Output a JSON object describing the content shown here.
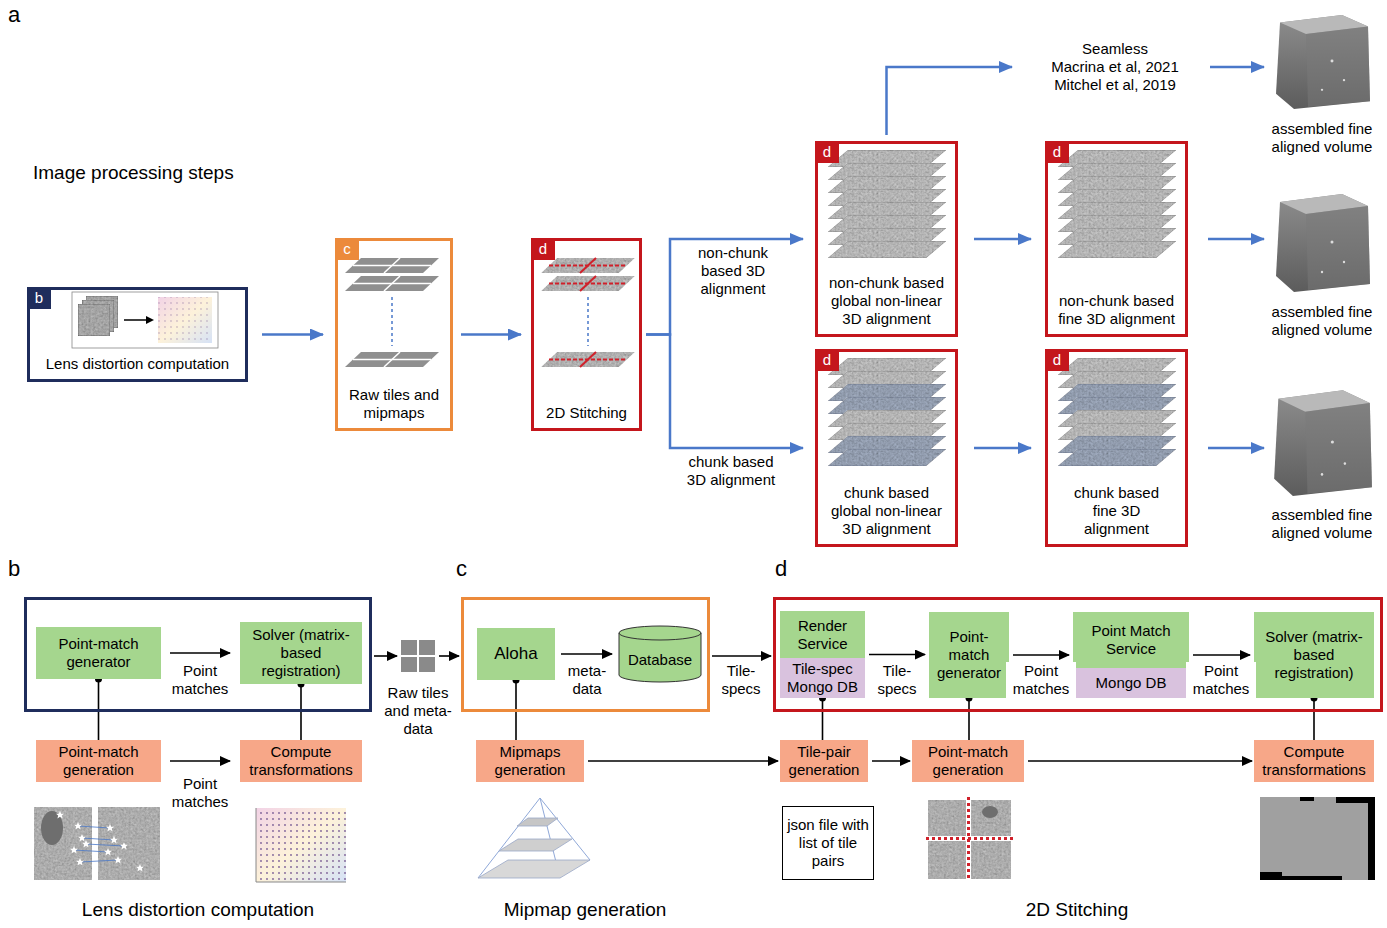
{
  "diagram": {
    "nodes": [
      {
        "text": [
          "Lens distortion computation"
        ]
      },
      {
        "text": [
          "b"
        ],
        "in": 0
      },
      {
        "text": [
          "Raw tiles and mipmaps"
        ]
      },
      {
        "text": [
          "c"
        ],
        "in": 2
      },
      {
        "text": [
          "2D Stitching"
        ]
      },
      {
        "text": [
          "d"
        ],
        "in": 4
      },
      {
        "text": [
          "Seamless",
          "Macrina et al, 2021 Mitchel et al, 2019"
        ]
      },
      {
        "text": [
          "assembled fine aligned volume"
        ]
      },
      {
        "text": [
          "non-chunk based global non-linear 3D alignment"
        ]
      },
      {
        "text": [
          "d"
        ],
        "in": 8
      },
      {
        "text": [
          "non-chunk based fine 3D alignment"
        ]
      },
      {
        "text": [
          "d"
        ],
        "in": 10
      },
      {
        "text": [
          "assembled fine aligned volume"
        ]
      },
      {
        "text": [
          "chunk based global non-linear 3D alignment"
        ]
      },
      {
        "text": [
          "d"
        ],
        "in": 13
      },
      {
        "text": [
          "chunk based fine 3D alignment"
        ]
      },
      {
        "text": [
          "d"
        ],
        "in": 15
      },
      {
        "text": [
          "assembled fine aligned volume"
        ]
      },
      {
        "text": []
      },
      {
        "text": [
          "Point-match generator"
        ],
        "in": 18
      },
      {
        "text": [
          "Solver (matrix-based registration)"
        ],
        "in": 18
      },
      {
        "text": [
          "Point-match generation"
        ]
      },
      {
        "text": [
          "Compute transformations"
        ]
      },
      {
        "text": [
          "Raw tiles and meta-data"
        ]
      },
      {
        "text": []
      },
      {
        "text": [
          "Aloha"
        ],
        "in": 24
      },
      {
        "text": [
          "Database"
        ],
        "in": 24
      },
      {
        "text": [
          "Mipmaps generation"
        ]
      },
      {
        "text": []
      },
      {
        "text": [
          "Render Service",
          "Tile-spec Mongo DB"
        ],
        "in": 28
      },
      {
        "text": [
          "Point-match generator"
        ],
        "in": 28
      },
      {
        "text": [
          "Point Match Service",
          "Mongo DB"
        ],
        "in": 28
      },
      {
        "text": [
          "Solver (matrix-based registration)"
        ],
        "in": 28
      },
      {
        "text": [
          "Tile-pair generation"
        ]
      },
      {
        "text": [
          "Point-match generation"
        ]
      },
      {
        "text": [
          "Compute transformations"
        ]
      },
      {
        "text": [
          "json file with list of tile pairs"
        ]
      }
    ],
    "edges": [
      {
        "from": 0,
        "to": 2,
        "arrow": "to"
      },
      {
        "from": 2,
        "to": 4,
        "arrow": "to"
      },
      {
        "from": 4,
        "to": 8,
        "label": "non-chunk based 3D alignment",
        "arrow": "to"
      },
      {
        "from": 4,
        "to": 13,
        "label": "chunk based 3D alignment",
        "arrow": "to"
      },
      {
        "from": 8,
        "to": 6,
        "arrow": "to"
      },
      {
        "from": 6,
        "to": 7,
        "arrow": "to"
      },
      {
        "from": 8,
        "to": 10,
        "arrow": "to"
      },
      {
        "from": 10,
        "to": 12,
        "arrow": "to"
      },
      {
        "from": 13,
        "to": 15,
        "arrow": "to"
      },
      {
        "from": 15,
        "to": 17,
        "arrow": "to"
      },
      {
        "from": 19,
        "to": 20,
        "label": "Point matches",
        "arrow": "to"
      },
      {
        "from": 19,
        "to": 21,
        "arrow": "none"
      },
      {
        "from": 20,
        "to": 22,
        "arrow": "none"
      },
      {
        "from": 21,
        "to": 22,
        "label": "Point matches",
        "arrow": "to"
      },
      {
        "from": 18,
        "to": 23,
        "arrow": "to"
      },
      {
        "from": 23,
        "to": 24,
        "arrow": "to"
      },
      {
        "from": 25,
        "to": 26,
        "label": "meta-data",
        "arrow": "to"
      },
      {
        "from": 25,
        "to": 27,
        "arrow": "none"
      },
      {
        "from": 24,
        "to": 28,
        "label": "Tile-specs",
        "arrow": "to"
      },
      {
        "from": 27,
        "to": 33,
        "arrow": "to"
      },
      {
        "from": 29,
        "to": 30,
        "label": "Tile-specs",
        "arrow": "to"
      },
      {
        "from": 30,
        "to": 31,
        "label": "Point matches",
        "arrow": "to"
      },
      {
        "from": 31,
        "to": 32,
        "label": "Point matches",
        "arrow": "to"
      },
      {
        "from": 29,
        "to": 33,
        "arrow": "none"
      },
      {
        "from": 30,
        "to": 34,
        "arrow": "none"
      },
      {
        "from": 32,
        "to": 35,
        "arrow": "none"
      },
      {
        "from": 33,
        "to": 34,
        "arrow": "to"
      },
      {
        "from": 34,
        "to": 35,
        "arrow": "to"
      }
    ],
    "labels": [
      "a",
      "Image processing steps",
      "b",
      "Lens distortion computation",
      "c",
      "Mipmap generation",
      "d",
      "2D Stitching"
    ]
  }
}
